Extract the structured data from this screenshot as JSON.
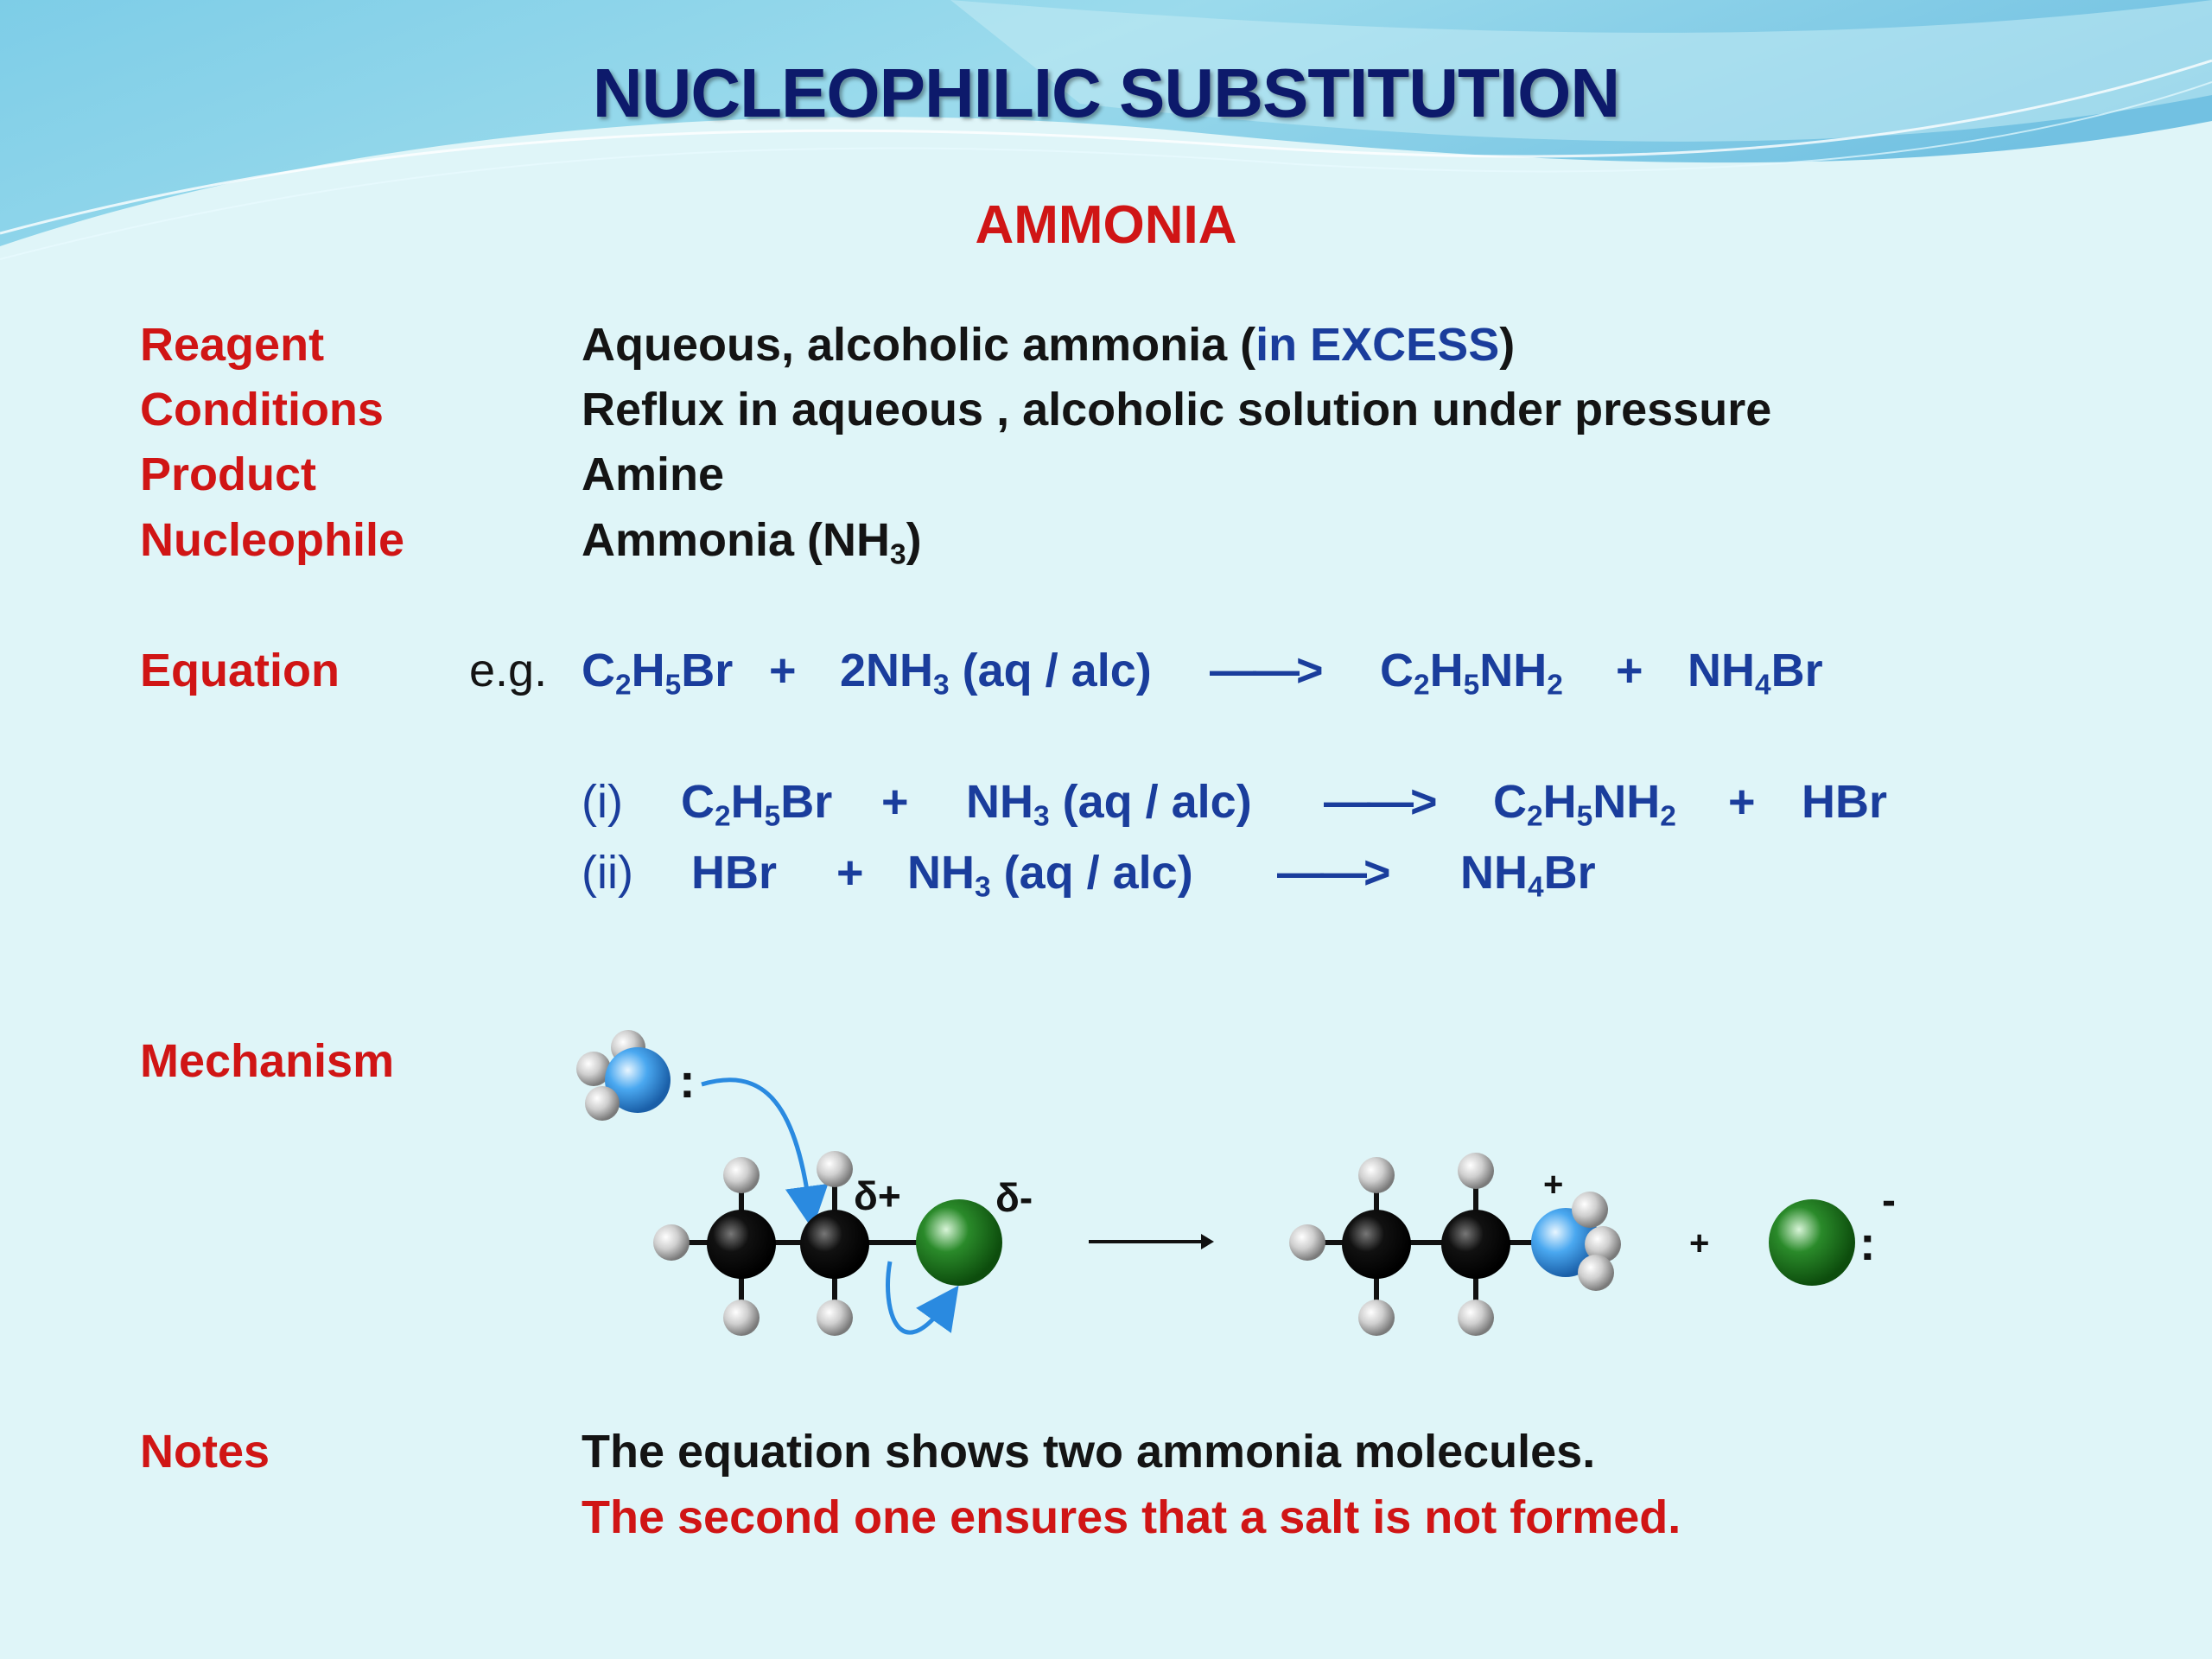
{
  "title": "NUCLEOPHILIC SUBSTITUTION",
  "subtitle": "AMMONIA",
  "rows": {
    "reagent": {
      "label": "Reagent",
      "value_pre": "Aqueous, alcoholic ammonia (",
      "value_highlight": "in EXCESS",
      "value_post": ")"
    },
    "conditions": {
      "label": "Conditions",
      "value": "Reflux in aqueous , alcoholic solution under pressure"
    },
    "product": {
      "label": "Product",
      "value": "Amine"
    },
    "nucleophile": {
      "label": "Nucleophile",
      "value_pre": "Ammonia (NH",
      "value_sub": "3",
      "value_post": ")"
    }
  },
  "equation": {
    "label": "Equation",
    "eg": "e.g.",
    "arrow": "——>",
    "plus": "+",
    "main": {
      "reactant1": "C2H5Br",
      "reactant2": "2NH3 (aq / alc)",
      "product1": "C2H5NH2",
      "product2": "NH4Br"
    },
    "step1": {
      "num": "(i)",
      "reactant1": "C2H5Br",
      "reactant2": "NH3 (aq / alc)",
      "product1": "C2H5NH2",
      "product2": "HBr"
    },
    "step2": {
      "num": "(ii)",
      "reactant1": "HBr",
      "reactant2": "NH3 (aq / alc)",
      "product1": "NH4Br"
    }
  },
  "mechanism": {
    "label": "Mechanism",
    "delta_plus": "δ+",
    "delta_minus": "δ-",
    "lone_pair": ":",
    "plus_charge": "+",
    "minus_charge": "-",
    "plus": "+",
    "colors": {
      "nitrogen": "#3c9be8",
      "carbon": "#0b0b0b",
      "bromine": "#1e7a1e",
      "hydrogen": "#d0d0d0",
      "arrow": "#2a8ae0"
    }
  },
  "notes": {
    "label": "Notes",
    "line1": "The equation shows two ammonia molecules.",
    "line2": "The second one ensures that a salt is not formed."
  }
}
